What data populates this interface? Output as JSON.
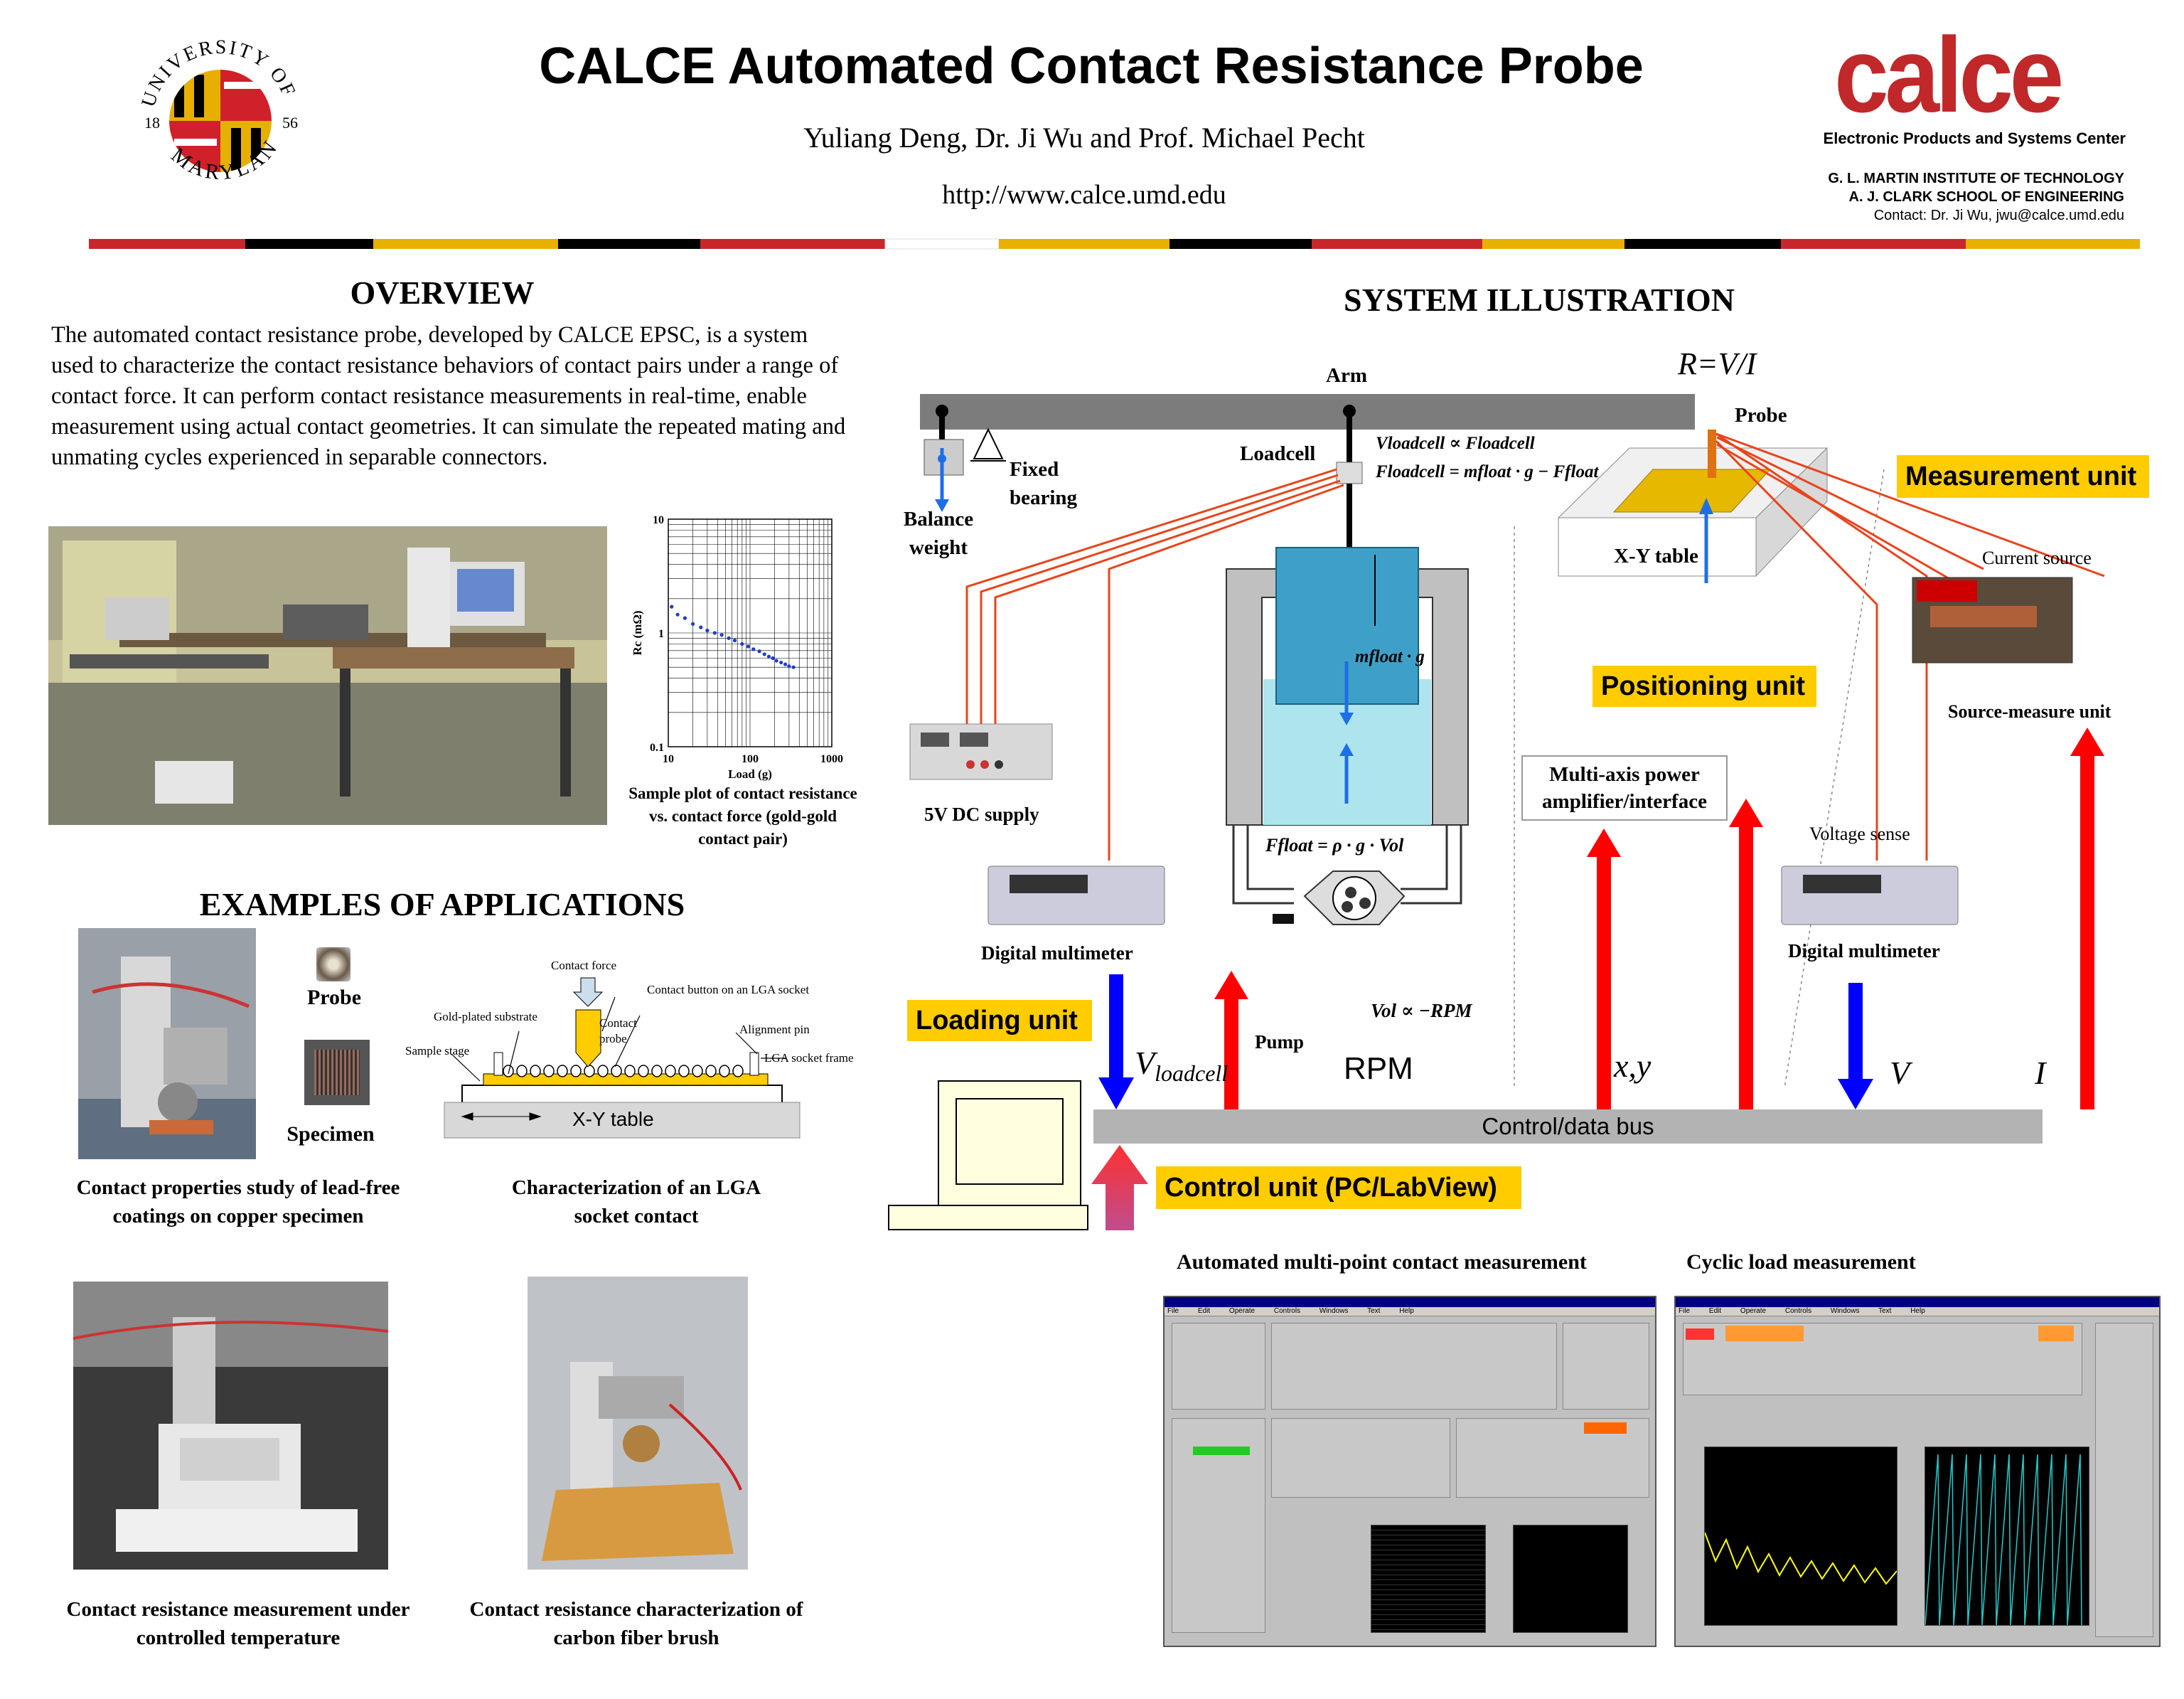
{
  "header": {
    "title": "CALCE Automated Contact Resistance Probe",
    "authors": "Yuliang Deng, Dr. Ji Wu and Prof. Michael Pecht",
    "url": "http://www.calce.umd.edu",
    "umd_seal": {
      "top_text": "UNIVERSITY OF",
      "bottom_text": "MARYLAND",
      "year_left": "18",
      "year_right": "56"
    },
    "calce_logo": "calce",
    "center_name": "Electronic Products and Systems Center",
    "institute_lines": [
      "G. L. MARTIN INSTITUTE OF TECHNOLOGY",
      "A.    J. CLARK SCHOOL OF ENGINEERING",
      "Contact: Dr. Ji Wu, jwu@calce.umd.edu"
    ]
  },
  "overview": {
    "heading": "OVERVIEW",
    "text": "The automated contact resistance probe, developed by CALCE EPSC, is a system used to characterize the contact resistance behaviors of contact pairs under a range of contact force. It can perform contact resistance measurements in real-time, enable measurement using actual contact geometries. It can simulate the repeated mating and unmating cycles experienced in separable connectors."
  },
  "sample_plot": {
    "caption": "Sample plot of contact resistance vs. contact force (gold-gold contact pair)"
  },
  "chart_data": {
    "type": "scatter",
    "xlabel": "Load (g)",
    "ylabel": "Rc (mΩ)",
    "x_scale": "log",
    "y_scale": "log",
    "xlim": [
      10,
      1000
    ],
    "ylim": [
      0.1,
      10
    ],
    "x_ticks": [
      "10",
      "100",
      "1000"
    ],
    "y_ticks": [
      "10",
      "1",
      "0.1"
    ],
    "grid": true,
    "x": [
      11,
      13,
      16,
      20,
      25,
      30,
      37,
      45,
      55,
      65,
      80,
      95,
      110,
      130,
      150,
      170,
      190,
      210,
      240,
      270,
      300,
      340
    ],
    "y": [
      1.7,
      1.45,
      1.35,
      1.2,
      1.12,
      1.05,
      1.0,
      0.96,
      0.9,
      0.86,
      0.8,
      0.76,
      0.72,
      0.69,
      0.65,
      0.62,
      0.6,
      0.57,
      0.55,
      0.53,
      0.51,
      0.5
    ]
  },
  "applications": {
    "heading": "EXAMPLES OF APPLICATIONS",
    "probe_label": "Probe",
    "specimen_label": "Specimen",
    "caption1": "Contact properties study of lead-free coatings on copper specimen",
    "caption2": "Characterization of an LGA socket contact",
    "caption3": "Contact resistance measurement under controlled temperature",
    "caption4": "Contact resistance characterization of carbon fiber brush",
    "lga_diagram": {
      "contact_force": "Contact force",
      "contact_button": "Contact button on an LGA socket",
      "gold_substrate": "Gold-plated substrate",
      "contact_probe": "Contact probe",
      "alignment_pin": "Alignment pin",
      "sample_stage": "Sample stage",
      "lga_frame": "LGA socket frame",
      "xy_table": "X-Y table"
    }
  },
  "system": {
    "heading": "SYSTEM ILLUSTRATION",
    "formula_rvi": "R=V/I",
    "arm": "Arm",
    "probe": "Probe",
    "loadcell": "Loadcell",
    "fixed_bearing": "Fixed bearing",
    "balance_weight": "Balance weight",
    "xy_table": "X-Y table",
    "current_source": "Current source",
    "source_measure_unit": "Source-measure unit",
    "dc_supply": "5V DC supply",
    "multimeter_left": "Digital multimeter",
    "multimeter_right": "Digital multimeter",
    "voltage_sense": "Voltage sense",
    "pump": "Pump",
    "multi_axis": "Multi-axis power amplifier/interface",
    "units": {
      "measurement": "Measurement unit",
      "positioning": "Positioning unit",
      "loading": "Loading unit",
      "control": "Control unit (PC/LabView)"
    },
    "bus": "Control/data bus",
    "signals": {
      "v_loadcell": "V",
      "v_loadcell_sub": "loadcell",
      "rpm": "RPM",
      "xy": "x,y",
      "v": "V",
      "i": "I"
    },
    "eq_loadcell_1": "Vloadcell ∝ Floadcell",
    "eq_loadcell_2": "Floadcell = mfloat · g − Ffloat",
    "eq_mfloat": "mfloat · g",
    "eq_ffloat": "Ffloat = ρ · g · Vol",
    "eq_vol": "Vol ∝ −RPM",
    "colors": {
      "yellow": "#ffcc00",
      "red_arrow": "#ff0000",
      "blue_arrow": "#0000ff",
      "wire": "#e8441c",
      "bus": "#b3b3b3"
    }
  },
  "screens": {
    "left_title": "Automated multi-point contact measurement",
    "right_title": "Cyclic load measurement",
    "menu": [
      "File",
      "Edit",
      "Operate",
      "Controls",
      "Windows",
      "Text",
      "Help"
    ]
  }
}
